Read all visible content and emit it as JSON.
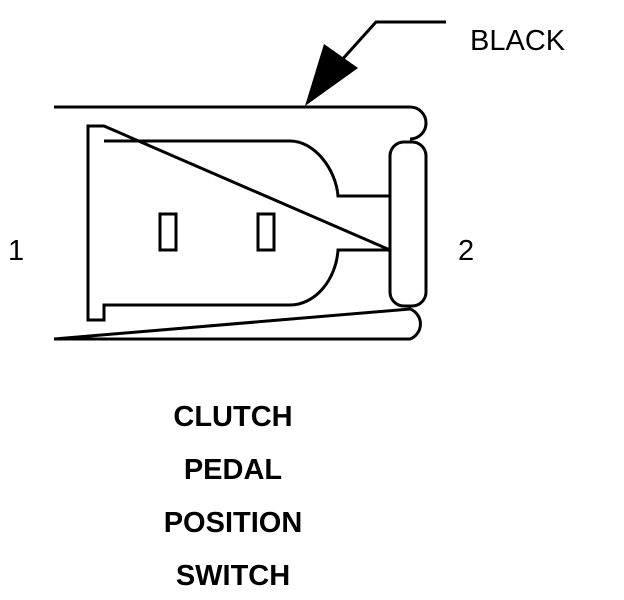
{
  "callout": {
    "label": "BLACK"
  },
  "pins": {
    "left": "1",
    "right": "2"
  },
  "caption": {
    "lines": [
      "CLUTCH",
      "PEDAL",
      "POSITION",
      "SWITCH"
    ]
  },
  "colors": {
    "stroke": "#000000",
    "background": "#ffffff"
  }
}
